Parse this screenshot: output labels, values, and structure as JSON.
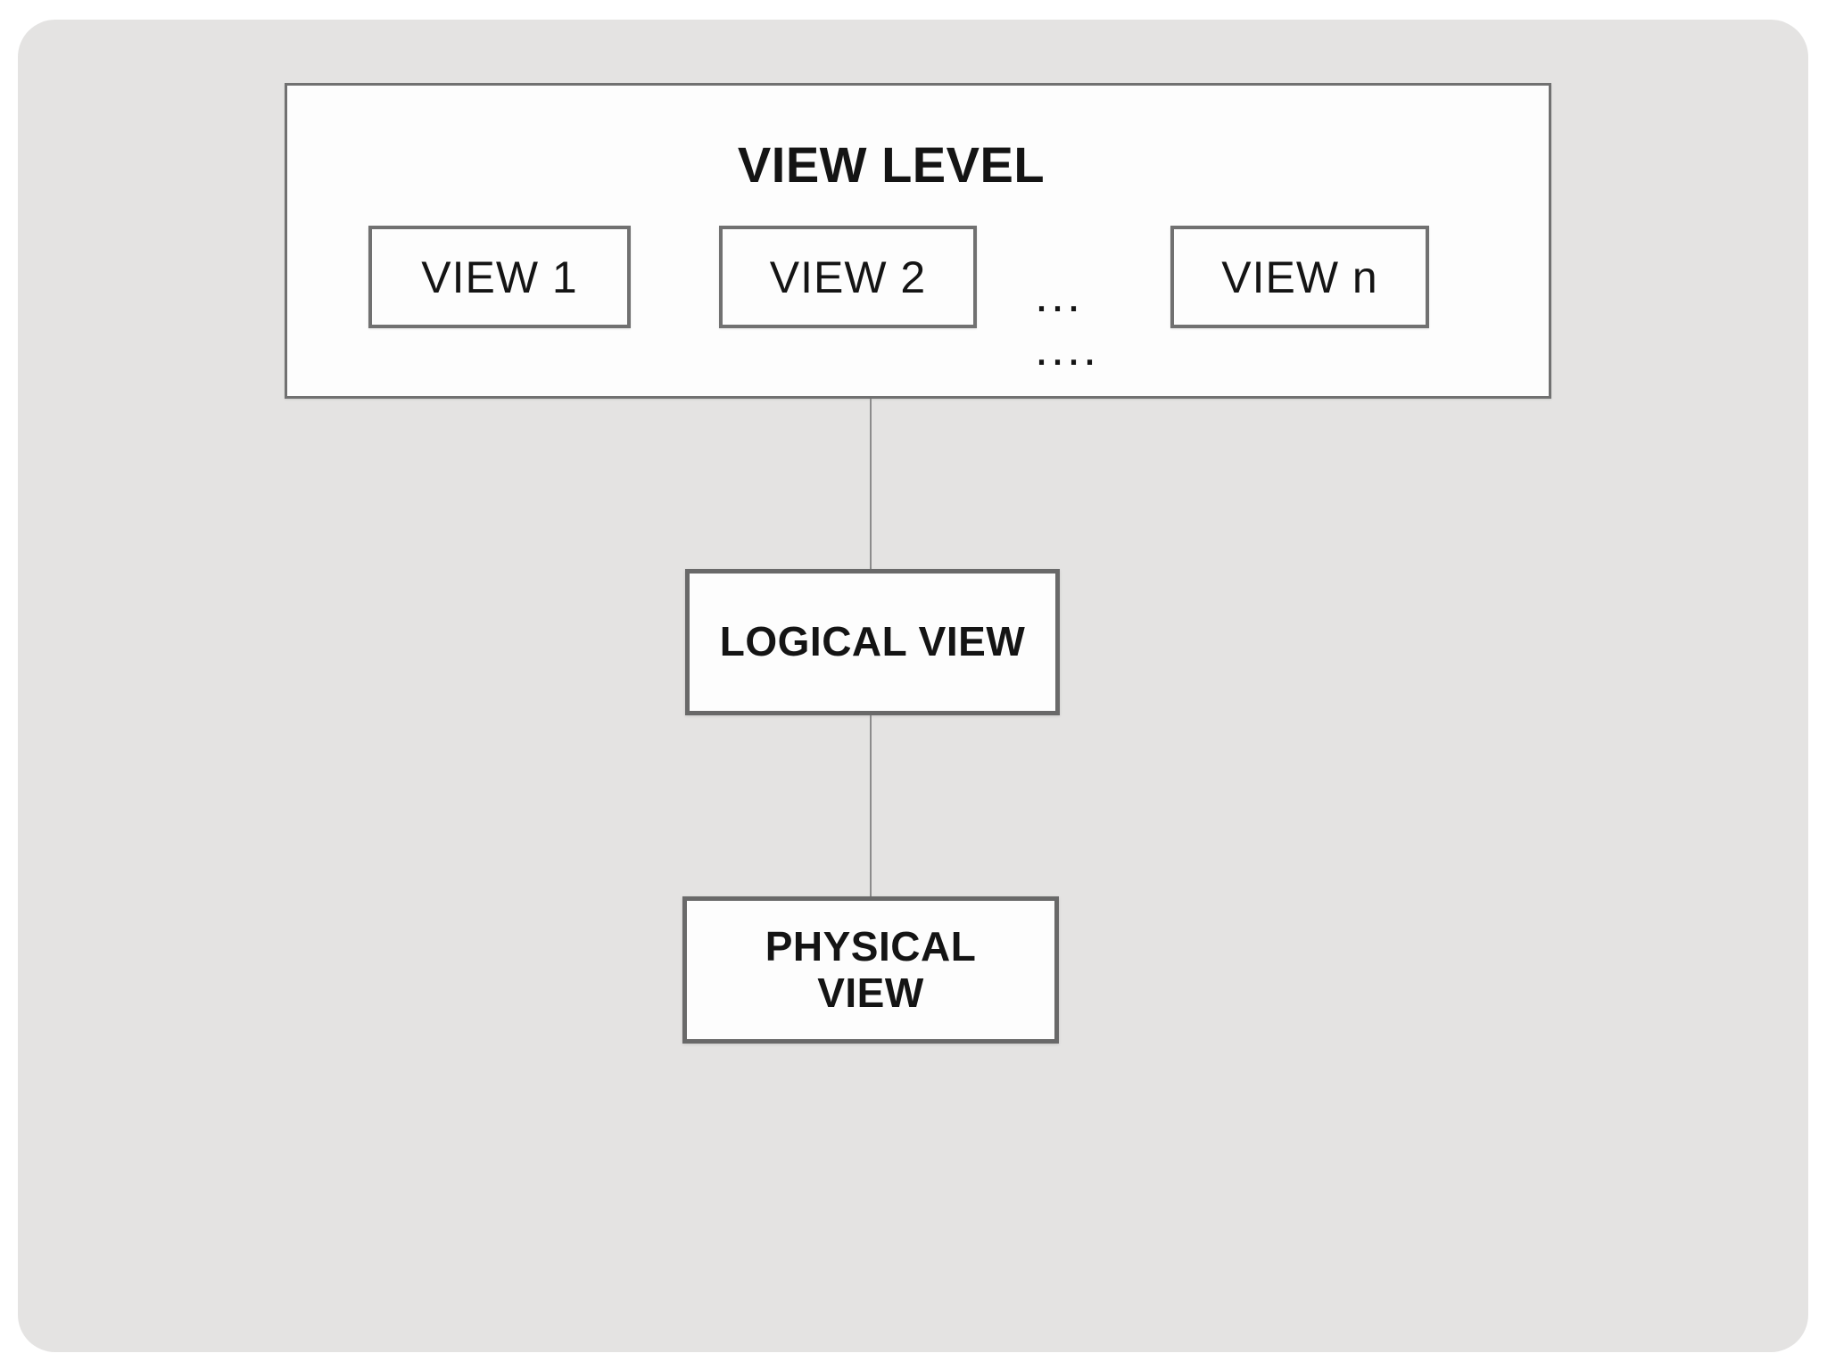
{
  "colors": {
    "page_background": "#ffffff",
    "panel_background": "#e4e3e2",
    "box_fill": "#fdfdfd",
    "box_border": "#717171",
    "heavy_box_border": "#696969",
    "connector": "#8c8c8c",
    "text": "#141414"
  },
  "view_level": {
    "title": "VIEW LEVEL",
    "views": [
      {
        "label": "VIEW 1"
      },
      {
        "label": "VIEW 2"
      },
      {
        "label": "VIEW n"
      }
    ],
    "ellipsis_between": "...",
    "ellipsis_below": "...."
  },
  "logical_view": {
    "label": "LOGICAL VIEW"
  },
  "physical_view": {
    "label": "PHYSICAL\nVIEW"
  }
}
